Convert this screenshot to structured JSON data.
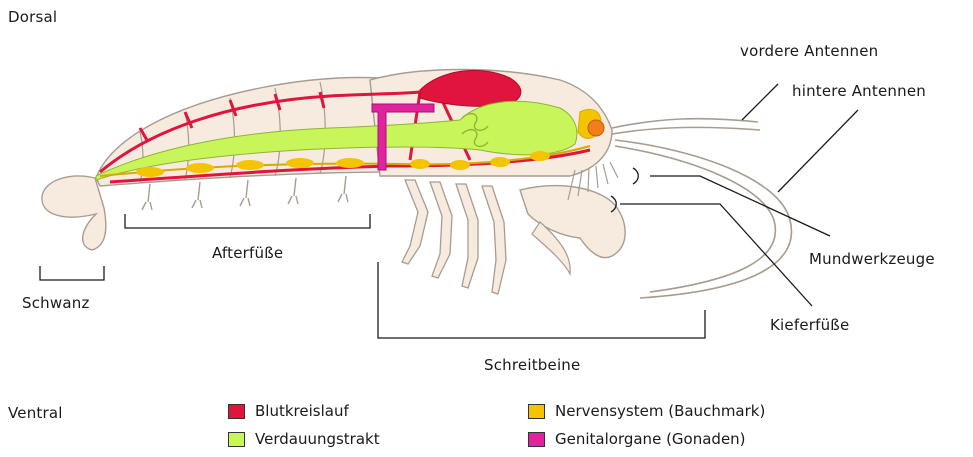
{
  "orientation": {
    "top": "Dorsal",
    "bottom": "Ventral"
  },
  "labels": {
    "vordere_antennen": "vordere Antennen",
    "hintere_antennen": "hintere Antennen",
    "mundwerkzeuge": "Mundwerkzeuge",
    "kieferfuesse": "Kieferfüße",
    "afterfuesse": "Afterfüße",
    "schwanz": "Schwanz",
    "schreitbeine": "Schreitbeine"
  },
  "legend": [
    {
      "label": "Blutkreislauf",
      "color": "#e0143c"
    },
    {
      "label": "Verdauungstrakt",
      "color": "#c8f55a"
    },
    {
      "label": "Nervensystem (Bauchmark)",
      "color": "#f5c400"
    },
    {
      "label": "Genitalorgane (Gonaden)",
      "color": "#e0249c"
    }
  ],
  "colors": {
    "body_fill": "#f7ebe0",
    "body_stroke": "#a89c90",
    "leader_line": "#1a1a1a"
  }
}
